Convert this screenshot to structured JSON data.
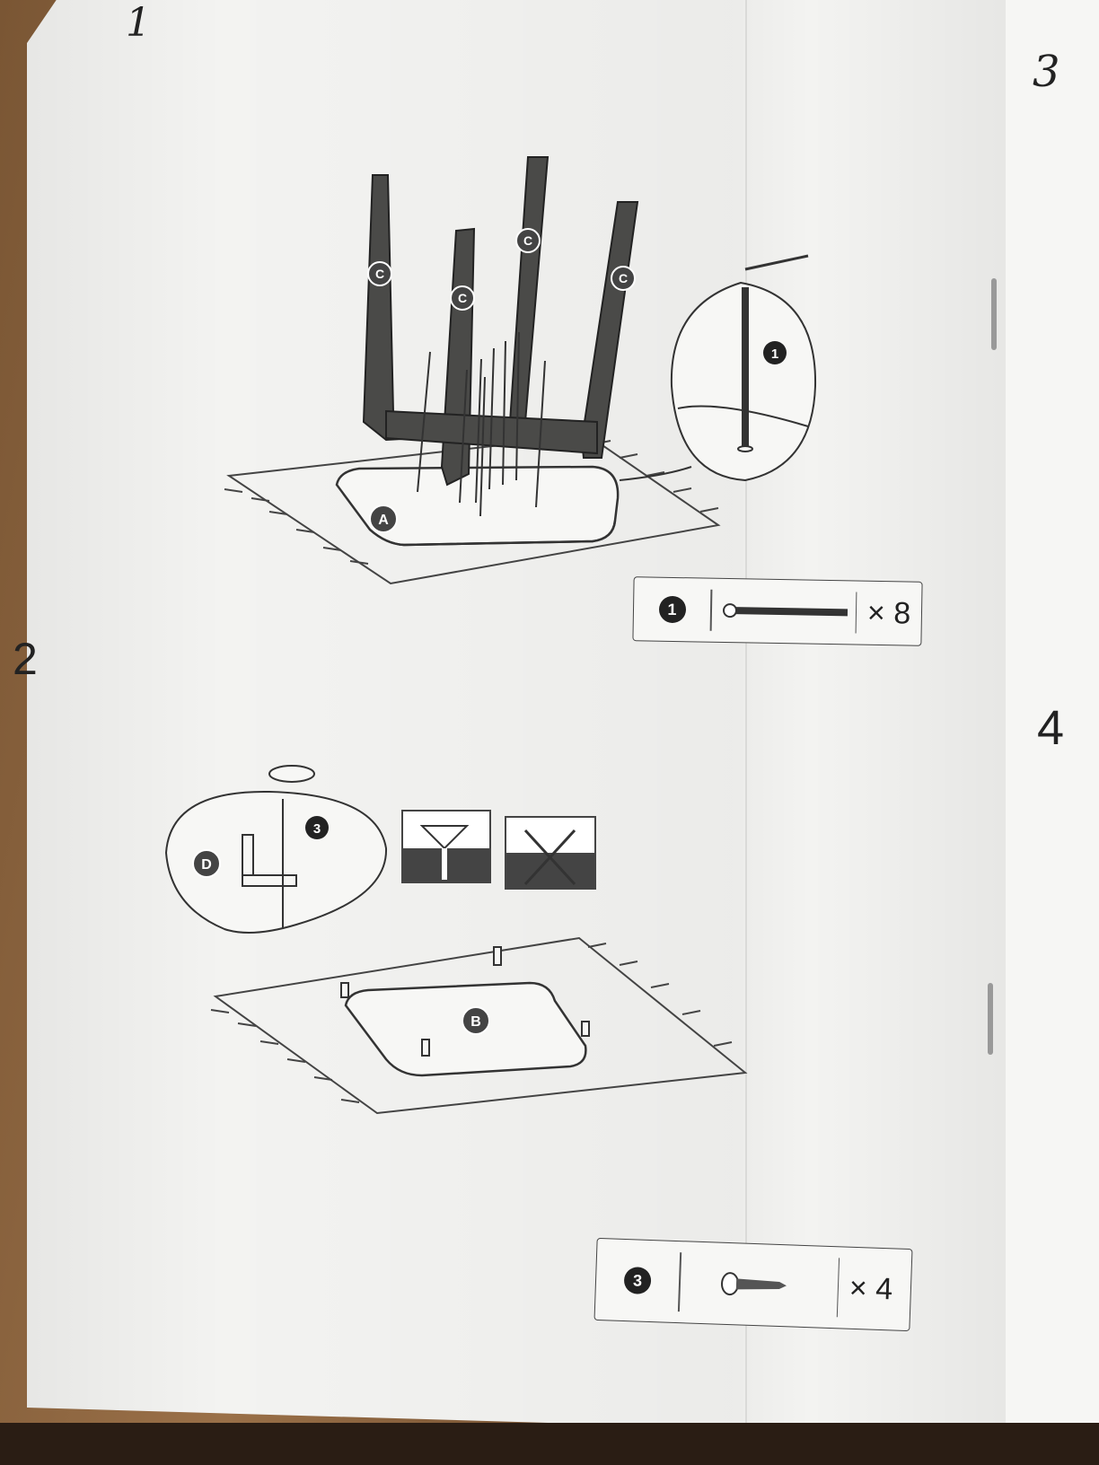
{
  "page_numbers": {
    "step1": "1",
    "step2": "2",
    "step3": "3",
    "step4": "4"
  },
  "labels": {
    "part_a": "A",
    "part_b": "B",
    "part_c": "C",
    "part_d": "D",
    "ref_1": "1",
    "ref_3": "3"
  },
  "parts_list": [
    {
      "ref": "1",
      "item": "screw-long",
      "quantity": "× 8"
    },
    {
      "ref": "3",
      "item": "screw-short",
      "quantity": "× 4"
    }
  ]
}
